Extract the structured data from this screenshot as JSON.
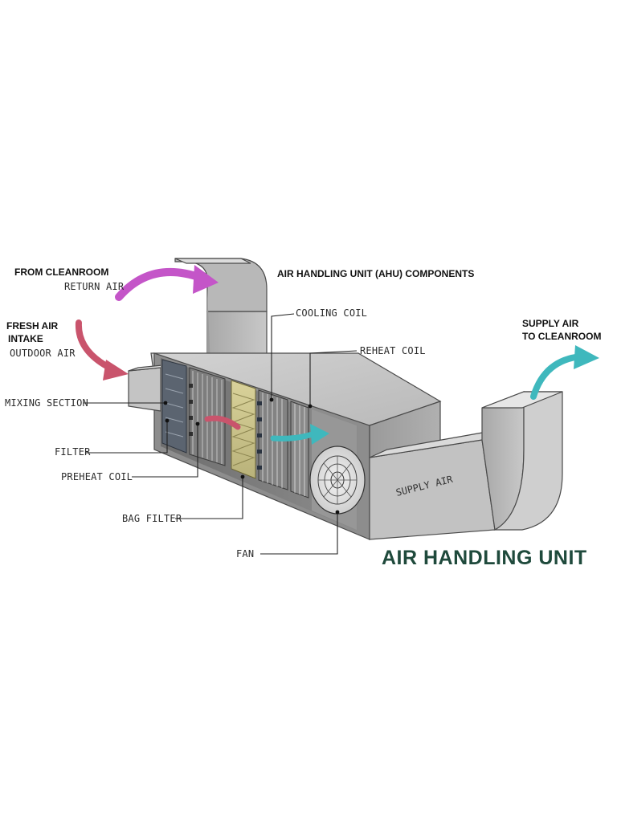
{
  "header": "AIR HANDLING UNIT (AHU) COMPONENTS",
  "title": "AIR HANDLING UNIT",
  "inputs": {
    "return_line1": "FROM CLEANROOM",
    "return_line2": "RETURN AIR",
    "fresh_line1": "FRESH AIR",
    "fresh_line2": "INTAKE",
    "fresh_line3": "OUTDOOR AIR"
  },
  "output": {
    "line1": "SUPPLY AIR",
    "line2": "TO CLEANROOM",
    "duct_label": "SUPPLY AIR"
  },
  "components": {
    "cooling_coil": "COOLING COIL",
    "reheat_coil": "REHEAT COIL",
    "mixing_section": "MIXING SECTION",
    "filter": "FILTER",
    "preheat_coil": "PREHEAT COIL",
    "bag_filter": "BAG FILTER",
    "fan": "FAN"
  },
  "colors": {
    "return_arrow": "#c455c8",
    "fresh_arrow": "#c9546c",
    "supply_arrow": "#3fb8bd",
    "title": "#1f4a3c"
  }
}
